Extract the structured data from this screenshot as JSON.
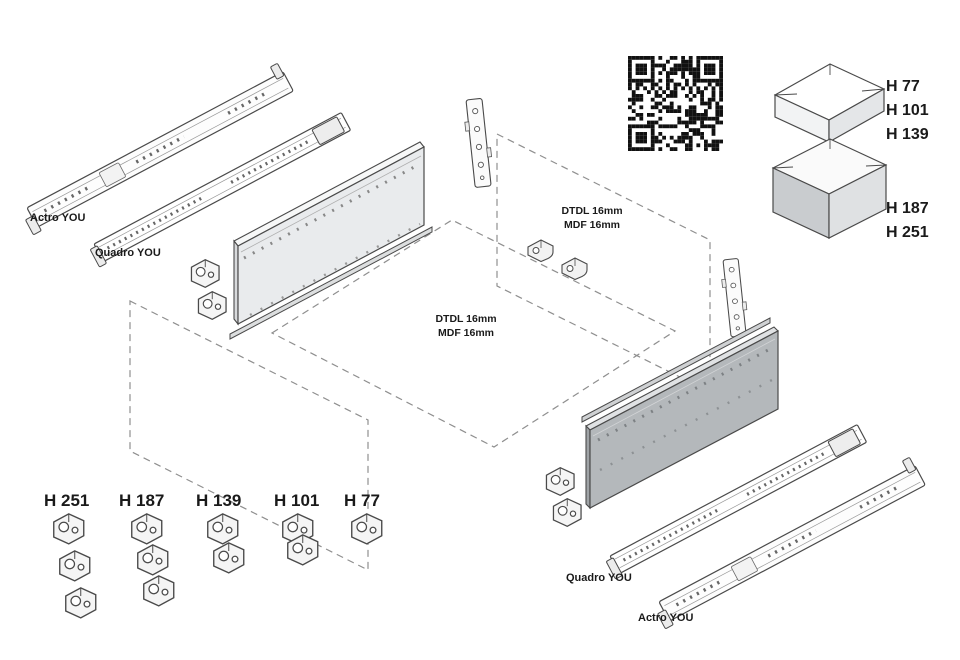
{
  "slide_labels": {
    "top_outer": "Actro YOU",
    "top_inner": "Quadro YOU",
    "bottom_inner": "Quadro YOU",
    "bottom_outer": "Actro YOU"
  },
  "panel_notes": {
    "back_panel": {
      "line1": "DTDL 16mm",
      "line2": "MDF 16mm"
    },
    "bottom_panel": {
      "line1": "DTDL 16mm",
      "line2": "MDF 16mm"
    }
  },
  "box_heights": {
    "shallow": [
      "H 77",
      "H 101",
      "H 139"
    ],
    "deep": [
      "H 187",
      "H 251"
    ]
  },
  "bracket_heights": [
    "H 251",
    "H 187",
    "H 139",
    "H 101",
    "H 77"
  ],
  "icons": {
    "qr": "qr-code"
  },
  "colors": {
    "line": "#4a4a4a",
    "dash": "#8f8f8f",
    "panel_light": "#e9ebed",
    "panel_dark": "#b4b8bb",
    "text": "#1a1a1a"
  }
}
